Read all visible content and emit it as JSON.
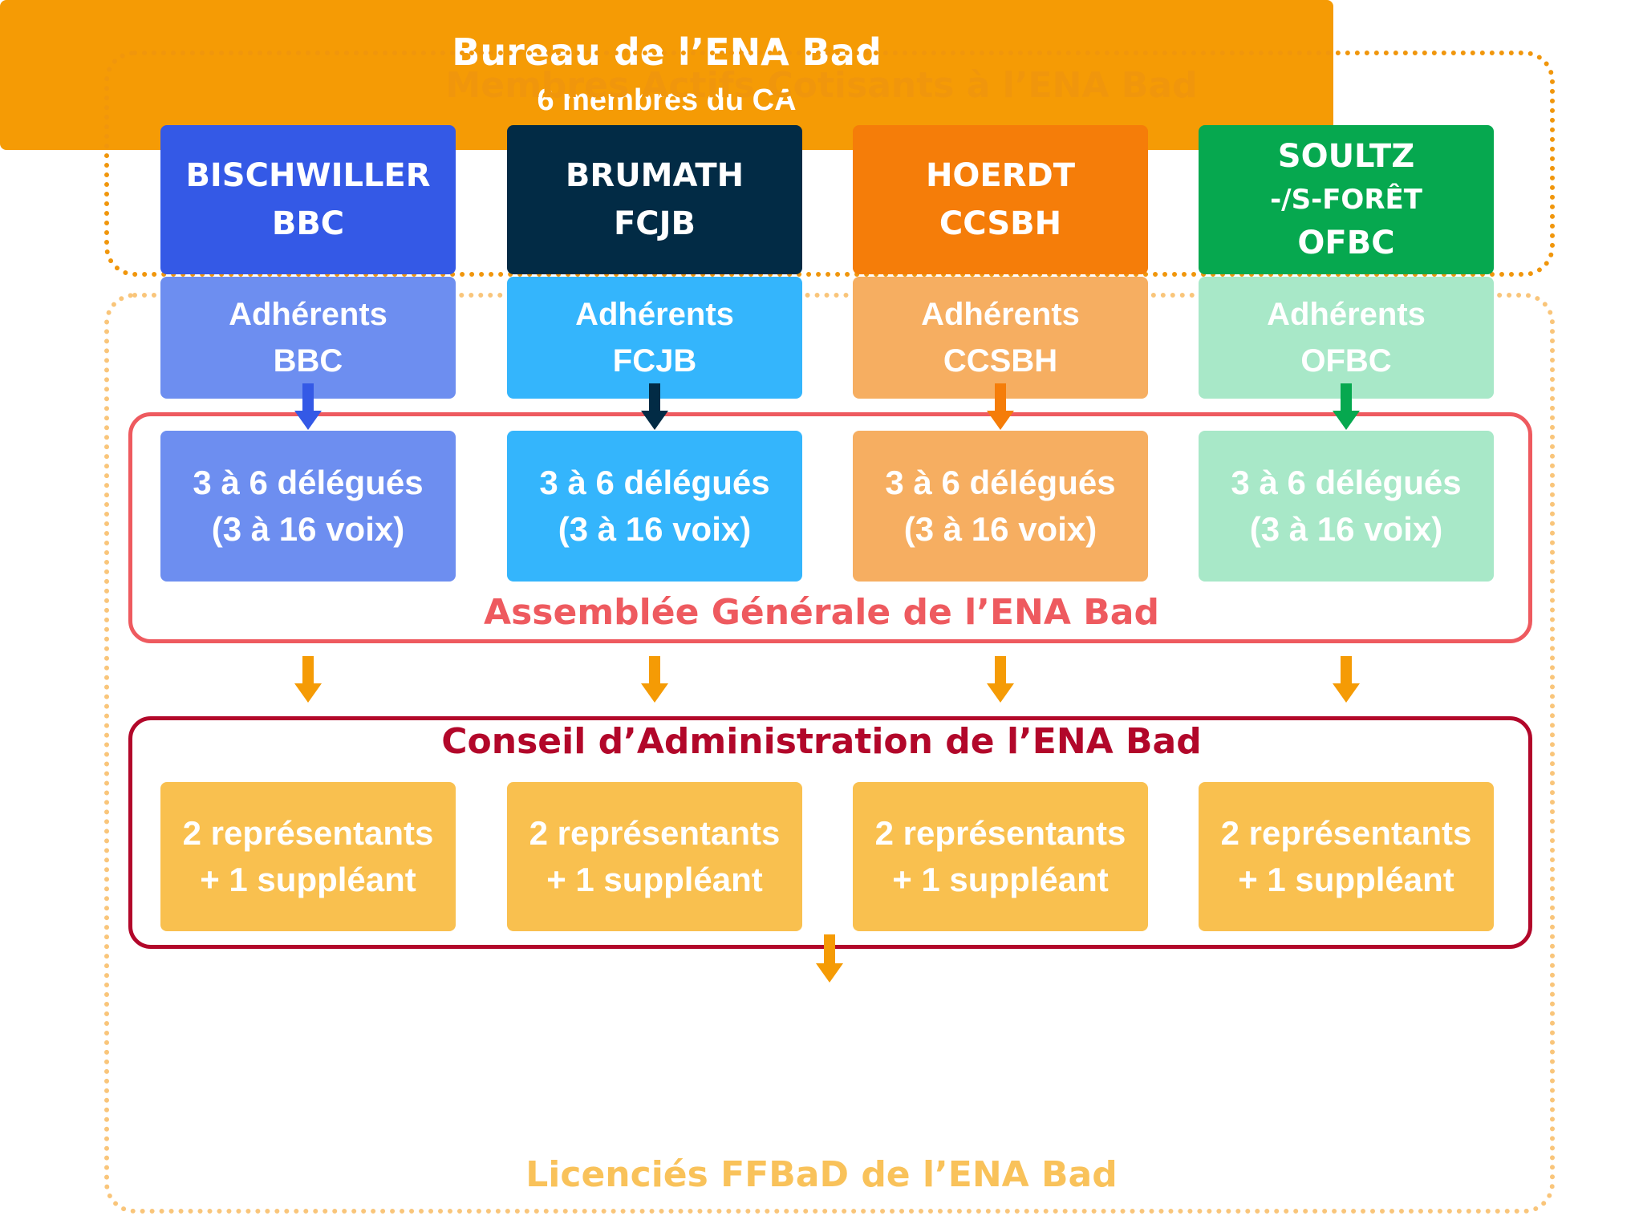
{
  "frames": {
    "members_title": "Membres Actifs Cotisants à l’ENA Bad",
    "ag_title": "Assemblée Générale de l’ENA Bad",
    "ca_title": "Conseil d’Administration de l’ENA Bad",
    "licencies_title": "Licenciés FFBaD de l’ENA Bad"
  },
  "clubs": [
    {
      "line1": "BISCHWILLER",
      "line2": "BBC",
      "line3": "",
      "color": "#3459e6"
    },
    {
      "line1": "BRUMATH",
      "line2": "FCJB",
      "line3": "",
      "color": "#022b45"
    },
    {
      "line1": "HOERDT",
      "line2": "CCSBH",
      "line3": "",
      "color": "#f57d09"
    },
    {
      "line1": "SOULTZ",
      "line2": "-/S-FORÊT",
      "line3": "OFBC",
      "color": "#06a84f"
    }
  ],
  "adherents": [
    {
      "label": "Adhérents",
      "code": "BBC",
      "color": "#6d8ef0"
    },
    {
      "label": "Adhérents",
      "code": "FCJB",
      "color": "#34b5fc"
    },
    {
      "label": "Adhérents",
      "code": "CCSBH",
      "color": "#f6ae61"
    },
    {
      "label": "Adhérents",
      "code": "OFBC",
      "color": "#a8e8c8"
    }
  ],
  "delegates": [
    {
      "line1": "3 à 6 délégués",
      "line2": "(3 à 16 voix)"
    },
    {
      "line1": "3 à 6 délégués",
      "line2": "(3 à 16 voix)"
    },
    {
      "line1": "3 à 6 délégués",
      "line2": "(3 à 16 voix)"
    },
    {
      "line1": "3 à 6 délégués",
      "line2": "(3 à 16 voix)"
    }
  ],
  "representatives": [
    {
      "line1": "2 représentants",
      "line2": "+ 1 suppléant"
    },
    {
      "line1": "2 représentants",
      "line2": "+ 1 suppléant"
    },
    {
      "line1": "2 représentants",
      "line2": "+ 1 suppléant"
    },
    {
      "line1": "2 représentants",
      "line2": "+ 1 suppléant"
    }
  ],
  "bureau": {
    "title": "Bureau de l’ENA Bad",
    "subtitle": "6 membres du CA",
    "color": "#f59b05"
  }
}
